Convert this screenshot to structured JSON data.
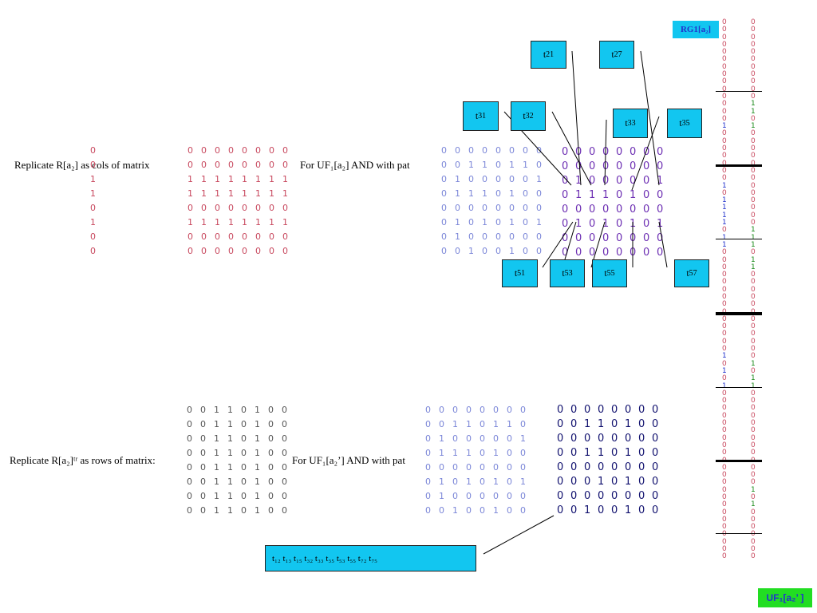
{
  "labels": {
    "replicate_cols": "Replicate R[a₂]  as cols of matrix",
    "for_uf_cols": "For UF₁[a₂] AND with pat",
    "replicate_rows": "Replicate R[a₂]ᵗʳ as rows of matrix:",
    "for_uf_rows": "For UF₁[a₂’] AND with pat"
  },
  "vector": [
    "0",
    "0",
    "1",
    "1",
    "0",
    "1",
    "0",
    "0"
  ],
  "col_matrix": [
    "00000000",
    "00000000",
    "11111111",
    "11111111",
    "00000000",
    "11111111",
    "00000000",
    "00000000"
  ],
  "pattern_top": [
    "00000000",
    "00110110",
    "01000001",
    "01110100",
    "00000000",
    "01010101",
    "01000000",
    "00100100"
  ],
  "result_top": [
    "00000000",
    "00000000",
    "01000001",
    "01110100",
    "00000000",
    "01010101",
    "00000000",
    "00000000"
  ],
  "row_matrix": [
    "00110100",
    "00110100",
    "00110100",
    "00110100",
    "00110100",
    "00110100",
    "00110100",
    "00110100"
  ],
  "pattern_bottom": [
    "00000000",
    "00110110",
    "01000001",
    "01110100",
    "00000000",
    "01010101",
    "01000000",
    "00100100"
  ],
  "result_bottom": [
    "00000000",
    "00110100",
    "00000000",
    "00110100",
    "00000000",
    "00010100",
    "00000000",
    "00100100"
  ],
  "t_boxes_top": [
    "t21",
    "t27",
    "t31",
    "t32",
    "t33",
    "t35",
    "t51",
    "t53",
    "t55",
    "t57"
  ],
  "t_summary": "t₁₂  t₁₃ t₁₅ t₃₂  t₃₃  t₃₅   t₅₃  t₅₅ t₇₂ t₇₅",
  "side_tags": {
    "rg": "RG1[a₂]",
    "uf": "UF₁[a₂’ ]"
  },
  "side_col_left": "0000000000000010000000101111011000000000000001010100000000000000000000000",
  "side_col_right": "0000000000011010000000000000111011000000000000101100000000000001010000000"
}
